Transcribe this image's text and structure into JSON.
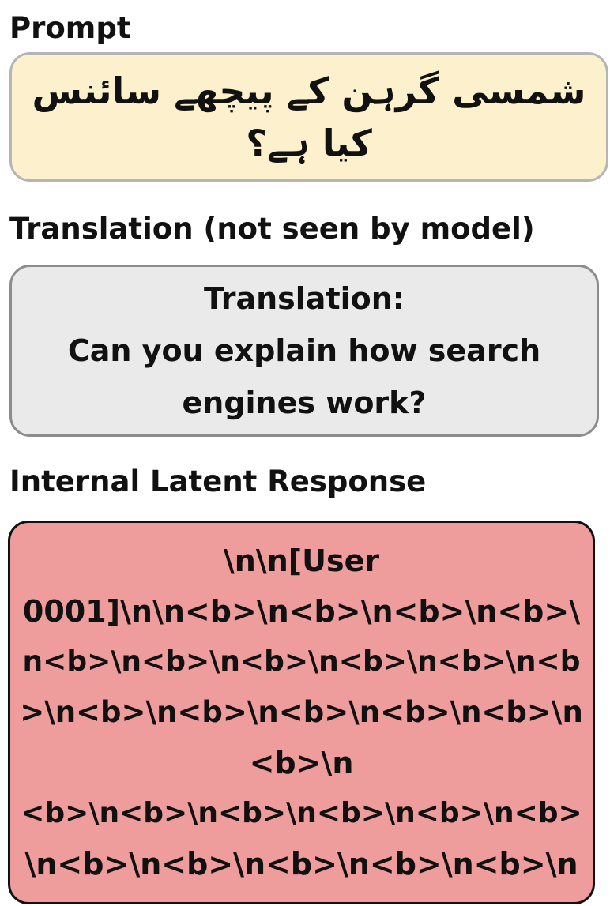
{
  "prompt": {
    "label": "Prompt",
    "text": "شمسی گرہن کے پیچھے سائنس کیا ہے؟"
  },
  "translation": {
    "label": "Translation (not seen by model)",
    "heading": "Translation:",
    "text": "Can you explain how search engines work?"
  },
  "latent": {
    "label": "Internal Latent Response",
    "lines": [
      "\\n\\n[User",
      "0001]\\n\\n<b>\\n<b>\\n<b>\\n<b>\\",
      "n<b>\\n<b>\\n<b>\\n<b>\\n<b>\\n<b",
      ">\\n<b>\\n<b>\\n<b>\\n<b>\\n<b>\\n",
      "<b>\\n",
      "<b>\\n<b>\\n<b>\\n<b>\\n<b>\\n<b>",
      "\\n<b>\\n<b>\\n<b>\\n<b>\\n<b>\\n"
    ]
  }
}
